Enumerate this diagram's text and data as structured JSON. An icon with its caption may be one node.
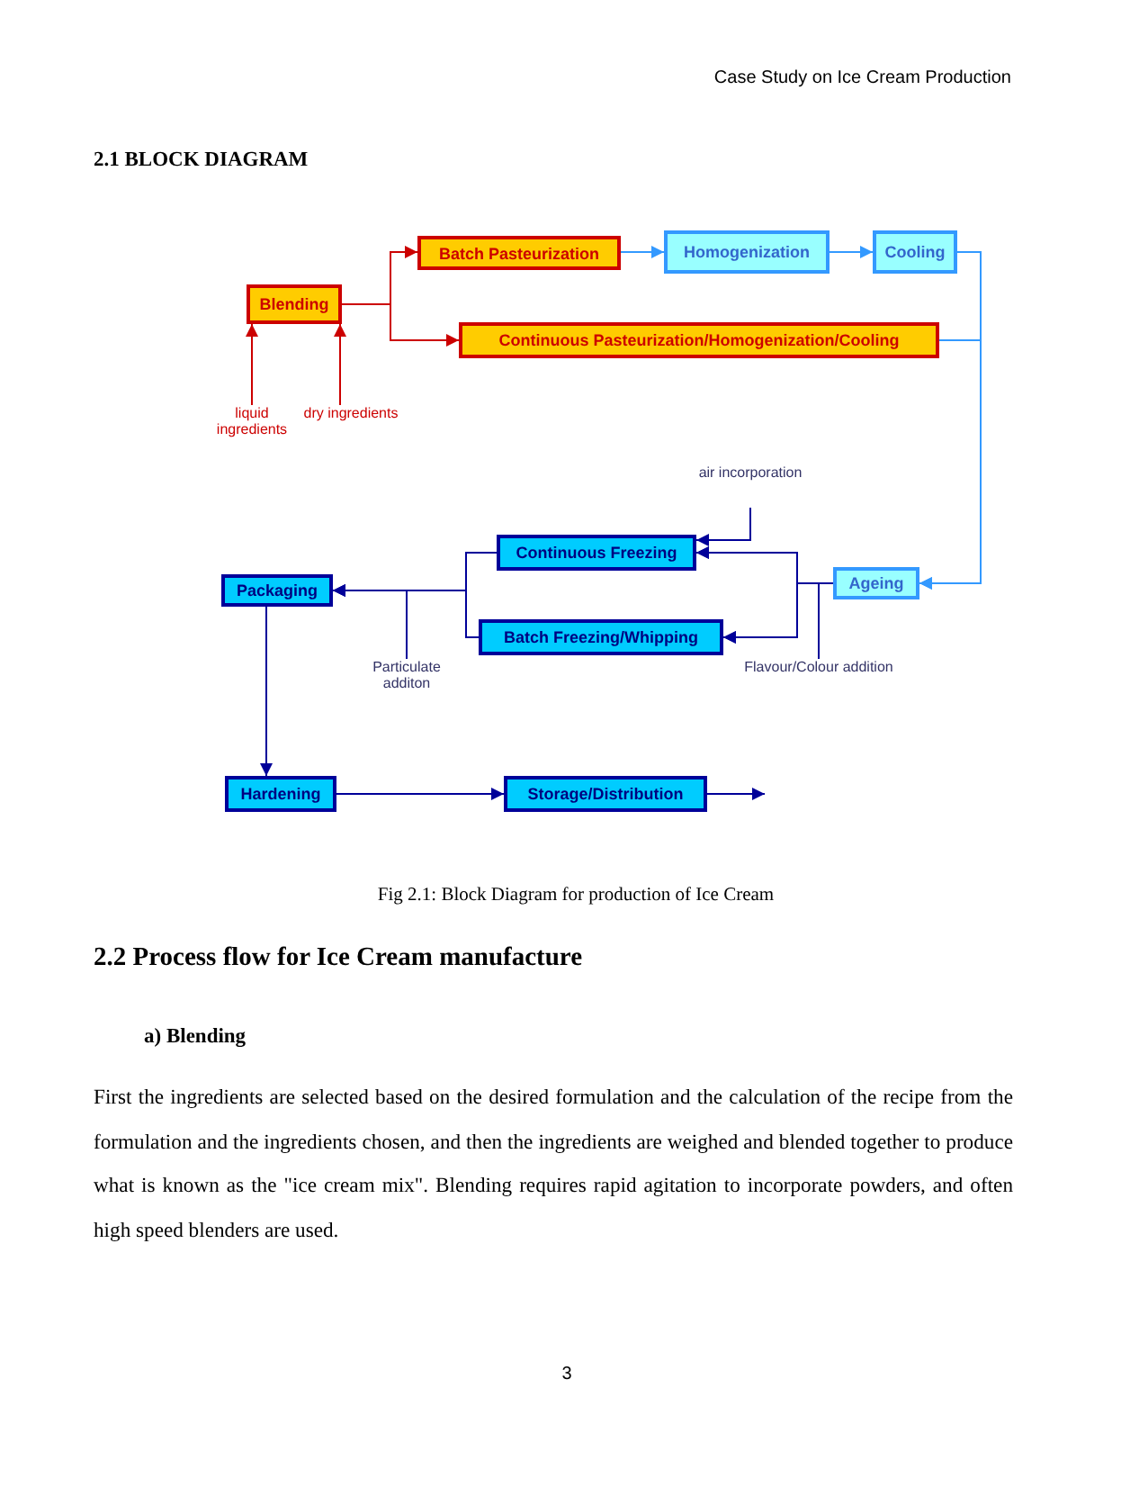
{
  "diagram": {
    "title": "2.1 BLOCK DIAGRAM",
    "caption": "Fig 2.1: Block Diagram for production of Ice Cream",
    "nodes": [
      {
        "text": [
          "Blending"
        ]
      },
      {
        "text": [
          "Batch Pasteurization"
        ]
      },
      {
        "text": [
          "Homogenization"
        ]
      },
      {
        "text": [
          "Cooling"
        ]
      },
      {
        "text": [
          "Continuous Pasteurization/Homogenization/Cooling"
        ]
      },
      {
        "text": [
          "liquid ingredients"
        ]
      },
      {
        "text": [
          "dry ingredients"
        ]
      },
      {
        "text": [
          "air incorporation"
        ]
      },
      {
        "text": [
          "Continuous Freezing"
        ]
      },
      {
        "text": [
          "Ageing"
        ]
      },
      {
        "text": [
          "Packaging"
        ]
      },
      {
        "text": [
          "Batch Freezing/Whipping"
        ]
      },
      {
        "text": [
          "Particulate additon"
        ]
      },
      {
        "text": [
          "Flavour/Colour addition"
        ]
      },
      {
        "text": [
          "Hardening"
        ]
      },
      {
        "text": [
          "Storage/Distribution"
        ]
      }
    ],
    "edges": [
      {
        "from": 5,
        "to": 0,
        "arrow": "to",
        "color": "#cc0000"
      },
      {
        "from": 6,
        "to": 0,
        "arrow": "to",
        "color": "#cc0000"
      },
      {
        "from": 0,
        "to": 1,
        "arrow": "to",
        "color": "#cc0000"
      },
      {
        "from": 0,
        "to": 4,
        "arrow": "to",
        "color": "#cc0000"
      },
      {
        "from": 1,
        "to": 2,
        "arrow": "to",
        "color": "#3399ff"
      },
      {
        "from": 2,
        "to": 3,
        "arrow": "to",
        "color": "#3399ff"
      },
      {
        "from": 3,
        "to": 9,
        "arrow": "to",
        "color": "#3399ff"
      },
      {
        "from": 4,
        "to": 9,
        "arrow": "to",
        "color": "#3399ff"
      },
      {
        "from": 9,
        "to": 8,
        "arrow": "to"
      },
      {
        "from": 9,
        "to": 11,
        "arrow": "to"
      },
      {
        "from": 7,
        "to": 8,
        "arrow": "to"
      },
      {
        "from": 13,
        "to": 8,
        "arrow": "to"
      },
      {
        "from": 13,
        "to": 11,
        "arrow": "to"
      },
      {
        "from": 8,
        "to": 10,
        "arrow": "to"
      },
      {
        "from": 11,
        "to": 10,
        "arrow": "to"
      },
      {
        "from": 12,
        "to": 10,
        "arrow": "to"
      },
      {
        "from": 10,
        "to": 14,
        "arrow": "to"
      },
      {
        "from": 14,
        "to": 15,
        "arrow": "to"
      },
      {
        "from": 15,
        "to": null,
        "arrow": "to"
      }
    ],
    "labels": [
      "Case Study on Ice Cream Production",
      "2.2 Process flow for Ice Cream manufacture",
      "a) Blending",
      "First the ingredients are selected based on the desired formulation and the calculation of the recipe from the formulation and the ingredients chosen, and then the ingredients are weighed and blended together to produce what is known as the \"ice cream mix\". Blending requires rapid agitation to incorporate powders, and often high speed blenders are used.",
      "3"
    ]
  }
}
